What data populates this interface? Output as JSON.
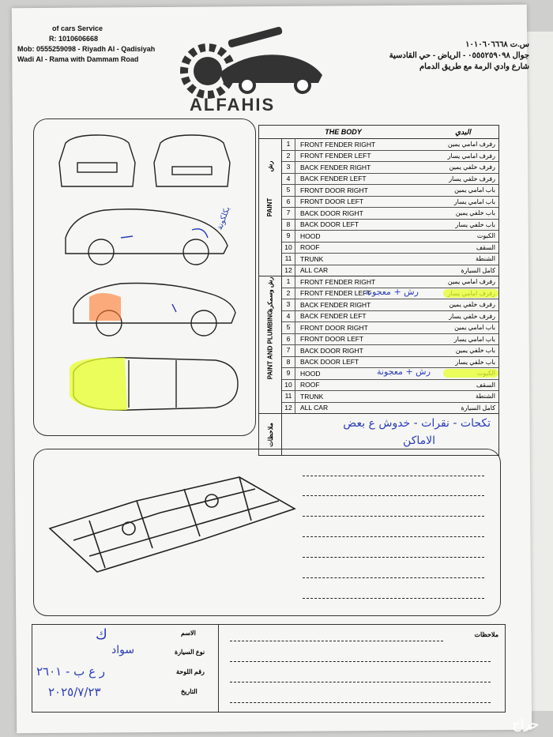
{
  "header": {
    "en_lines": [
      "of cars Service",
      "R: 1010606668",
      "Mob: 0555259098 - Riyadh Al - Qadisiyah",
      "Wadi Al - Rama with Dammam Road"
    ],
    "ar_lines": [
      "س.ت ١٠١٠٦٠٦٦٦٨",
      "جوال ٠٥٥٥٢٥٩٠٩٨ - الرياض - حي القادسية",
      "شارع وادي الرمة مع طريق الدمام"
    ],
    "logo_text": "ALFAHIS"
  },
  "table": {
    "title_en": "THE BODY",
    "title_ar": "البدي",
    "paint_label": "PAINT",
    "paint_ar_label": "رش",
    "plumbing_label": "PAINT AND PLUMBING",
    "plumbing_ar_label": "رش وسمكرة",
    "notes_label": "ملاحظات",
    "paint_rows": [
      {
        "n": "1",
        "en": "FRONT FENDER RIGHT",
        "ar": "رفرف امامي يمين"
      },
      {
        "n": "2",
        "en": "FRONT FENDER LEFT",
        "ar": "رفرف امامي يسار"
      },
      {
        "n": "3",
        "en": "BACK FENDER RIGHT",
        "ar": "رفرف خلفي يمين"
      },
      {
        "n": "4",
        "en": "BACK FENDER LEFT",
        "ar": "رفرف خلفي يسار"
      },
      {
        "n": "5",
        "en": "FRONT DOOR RIGHT",
        "ar": "باب امامي يمين"
      },
      {
        "n": "6",
        "en": "FRONT DOOR LEFT",
        "ar": "باب امامي يسار"
      },
      {
        "n": "7",
        "en": "BACK DOOR RIGHT",
        "ar": "باب خلفي يمين"
      },
      {
        "n": "8",
        "en": "BACK DOOR LEFT",
        "ar": "باب خلفي يسار"
      },
      {
        "n": "9",
        "en": "HOOD",
        "ar": "الكبوت"
      },
      {
        "n": "10",
        "en": "ROOF",
        "ar": "السقف"
      },
      {
        "n": "11",
        "en": "TRUNK",
        "ar": "الشنطة"
      },
      {
        "n": "12",
        "en": "ALL CAR",
        "ar": "كامل السيارة"
      }
    ],
    "plumbing_rows": [
      {
        "n": "1",
        "en": "FRONT FENDER RIGHT",
        "ar": "رفرف امامي يمين"
      },
      {
        "n": "2",
        "en": "FRONT FENDER LEFT",
        "ar": "رفرف امامي يسار"
      },
      {
        "n": "3",
        "en": "BACK FENDER RIGHT",
        "ar": "رفرف خلفي يمين"
      },
      {
        "n": "4",
        "en": "BACK FENDER LEFT",
        "ar": "رفرف خلفي يسار"
      },
      {
        "n": "5",
        "en": "FRONT DOOR RIGHT",
        "ar": "باب امامي يمين"
      },
      {
        "n": "6",
        "en": "FRONT DOOR LEFT",
        "ar": "باب امامي يسار"
      },
      {
        "n": "7",
        "en": "BACK DOOR RIGHT",
        "ar": "باب خلفي يمين"
      },
      {
        "n": "8",
        "en": "BACK DOOR LEFT",
        "ar": "باب خلفي يسار"
      },
      {
        "n": "9",
        "en": "HOOD",
        "ar": "الكبوت"
      },
      {
        "n": "10",
        "en": "ROOF",
        "ar": "السقف"
      },
      {
        "n": "11",
        "en": "TRUNK",
        "ar": "الشنطة"
      },
      {
        "n": "12",
        "en": "ALL CAR",
        "ar": "كامل السيارة"
      }
    ],
    "handwritten_fender": "رش + معجونة",
    "handwritten_hood": "رش + معجونة",
    "handwritten_notes_1": "تكحات - نقرات - خدوش ع بعض",
    "handwritten_notes_2": "الاماكن",
    "handwritten_car": "بكلكونة"
  },
  "bottom": {
    "name_label": "الاسم",
    "name_value": "ك",
    "type_label": "نوع السيارة",
    "type_value": "سواد",
    "plate_label": "رقم اللوحة",
    "plate_value": "ر ع ب - ٢٦٠١",
    "date_label": "التاريخ",
    "date_value": "٢٠٢٥/٧/٢٣",
    "notes_label": "ملاحظات"
  },
  "watermark": "حراج",
  "colors": {
    "ink": "#2a3db8",
    "highlight": "#e6ff28",
    "orange": "#ff7a2a"
  }
}
